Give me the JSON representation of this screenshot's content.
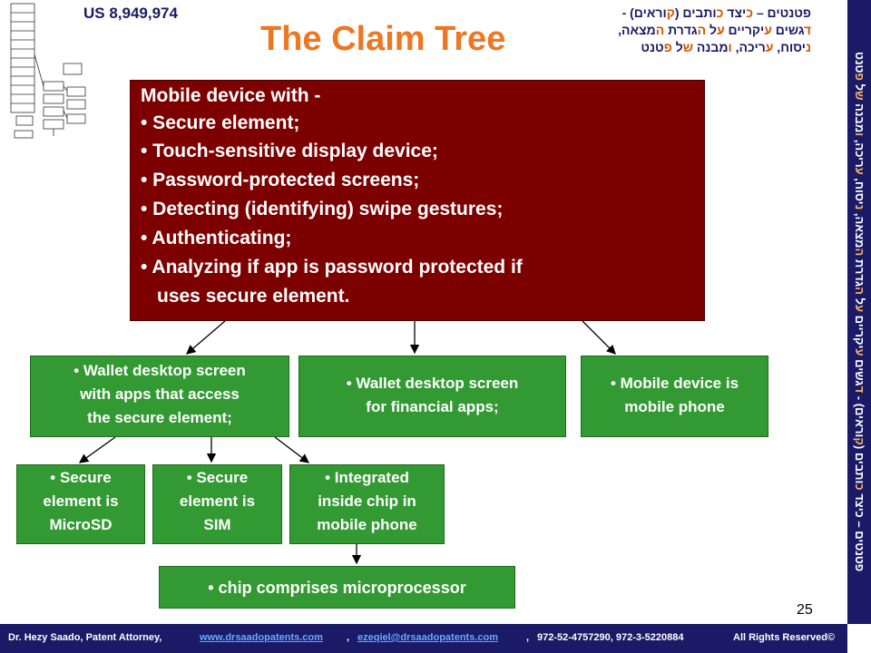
{
  "header": {
    "patent_number": "US 8,949,974",
    "title": "The Claim Tree",
    "hebrew_line1": [
      "פטנטים",
      " – ",
      "כ",
      "יצד ",
      "כ",
      "ותבים (",
      "ק",
      "וראים) -"
    ],
    "hebrew_line2": [
      "ד",
      "גשים ",
      "ע",
      "יקריים ",
      "ע",
      "ל ",
      "ה",
      "גדרת ",
      "ה",
      "מצאה,"
    ],
    "hebrew_line3": [
      "נ",
      "יסוח, ",
      "ע",
      "ריכה, ",
      "ו",
      "מבנה ",
      "ש",
      "ל ",
      "פ",
      "טנט"
    ]
  },
  "vertical_banner": {
    "text_parts": [
      "פטנטים – כיצד ",
      "כ",
      "ותבים (",
      "ק",
      "וראים) - ",
      "ד",
      "גשים ",
      "ע",
      "יקריים ",
      "ע",
      "ל ",
      "ה",
      "גדרת ",
      "ה",
      "מצאה, ",
      "נ",
      "יסוח, ",
      "ע",
      "ריכה, ",
      "ו",
      "מבנה ",
      "ש",
      "ל ",
      "פ",
      "טנט"
    ]
  },
  "claim": {
    "lead": "Mobile device with -",
    "items": [
      "• Secure element;",
      "• Touch-sensitive display device;",
      "• Password-protected screens;",
      "• Detecting (identifying) swipe gestures;",
      "• Authenticating;",
      "• Analyzing if app is password protected if"
    ],
    "continuation": "uses secure element."
  },
  "level2": {
    "wallet_secure": [
      "• Wallet desktop screen",
      "with apps that access",
      "the secure element;"
    ],
    "wallet_financial": [
      "• Wallet desktop screen",
      "for financial apps;"
    ],
    "mobile_phone": [
      "• Mobile device is",
      "mobile phone"
    ]
  },
  "level3": {
    "microsd": [
      "• Secure",
      "element is",
      "MicroSD"
    ],
    "sim": [
      "• Secure",
      "element is",
      "SIM"
    ],
    "integrated": [
      "• Integrated",
      "inside chip in",
      "mobile phone"
    ]
  },
  "level4": {
    "microprocessor": "• chip comprises microprocessor"
  },
  "page_number": "25",
  "footer": {
    "author": "Dr. Hezy Saado, Patent Attorney,",
    "website": "www.drsaadopatents.com",
    "sep1": ",",
    "email": "ezeqiel@drsaadopatents.com",
    "sep2": ",",
    "phones": "972-52-4757290,  972-3-5220884",
    "rights": "All Rights Reserved©"
  },
  "colors": {
    "title_orange": "#ee7722",
    "claim_box": "#7d0000",
    "green_box": "#339933",
    "navy": "#1a1a66"
  }
}
